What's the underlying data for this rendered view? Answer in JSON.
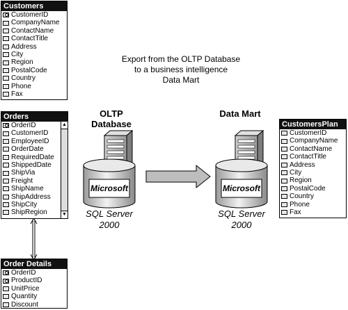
{
  "caption": {
    "line1": "Export from the OLTP Database",
    "line2": "to a business intelligence",
    "line3": "Data Mart"
  },
  "tables": {
    "customers": {
      "title": "Customers",
      "fields": [
        {
          "name": "CustomerID",
          "key": true
        },
        {
          "name": "CompanyName",
          "key": false
        },
        {
          "name": "ContactName",
          "key": false
        },
        {
          "name": "ContactTitle",
          "key": false
        },
        {
          "name": "Address",
          "key": false
        },
        {
          "name": "City",
          "key": false
        },
        {
          "name": "Region",
          "key": false
        },
        {
          "name": "PostalCode",
          "key": false
        },
        {
          "name": "Country",
          "key": false
        },
        {
          "name": "Phone",
          "key": false
        },
        {
          "name": "Fax",
          "key": false
        }
      ]
    },
    "orders": {
      "title": "Orders",
      "fields": [
        {
          "name": "OrderID",
          "key": true
        },
        {
          "name": "CustomerID",
          "key": false
        },
        {
          "name": "EmployeeID",
          "key": false
        },
        {
          "name": "OrderDate",
          "key": false
        },
        {
          "name": "RequiredDate",
          "key": false
        },
        {
          "name": "ShippedDate",
          "key": false
        },
        {
          "name": "ShipVia",
          "key": false
        },
        {
          "name": "Freight",
          "key": false
        },
        {
          "name": "ShipName",
          "key": false
        },
        {
          "name": "ShipAddress",
          "key": false
        },
        {
          "name": "ShipCity",
          "key": false
        },
        {
          "name": "ShipRegion",
          "key": false
        }
      ]
    },
    "order_details": {
      "title": "Order Details",
      "fields": [
        {
          "name": "OrderID",
          "key": true
        },
        {
          "name": "ProductID",
          "key": true
        },
        {
          "name": "UnitPrice",
          "key": false
        },
        {
          "name": "Quantity",
          "key": false
        },
        {
          "name": "Discount",
          "key": false
        }
      ]
    },
    "customers_plan": {
      "title": "CustomersPlan",
      "fields": [
        {
          "name": "CustomerID",
          "key": false
        },
        {
          "name": "CompanyName",
          "key": false
        },
        {
          "name": "ContactName",
          "key": false
        },
        {
          "name": "ContactTitle",
          "key": false
        },
        {
          "name": "Address",
          "key": false
        },
        {
          "name": "City",
          "key": false
        },
        {
          "name": "Region",
          "key": false
        },
        {
          "name": "PostalCode",
          "key": false
        },
        {
          "name": "Country",
          "key": false
        },
        {
          "name": "Phone",
          "key": false
        },
        {
          "name": "Fax",
          "key": false
        }
      ]
    }
  },
  "oltp": {
    "title_line1": "OLTP",
    "title_line2": "Database",
    "brand": "Microsoft",
    "product_line1": "SQL Server",
    "product_line2": "2000"
  },
  "mart": {
    "title": "Data Mart",
    "brand": "Microsoft",
    "product_line1": "SQL Server",
    "product_line2": "2000"
  },
  "icons": {
    "key_field": "key-icon",
    "plain_field": "field-icon",
    "server": "server-icon",
    "database": "database-cylinder-icon"
  }
}
